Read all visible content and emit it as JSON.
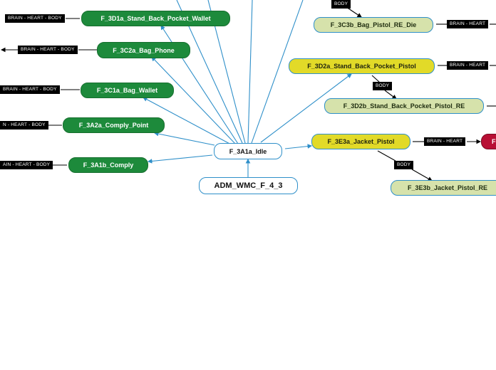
{
  "map": {
    "root": "ADM_WMC_F_4_3",
    "center": "F_3A1a_Idle",
    "nodes": {
      "d1a": "F_3D1a_Stand_Back_Pocket_Wallet",
      "c2a": "F_3C2a_Bag_Phone",
      "c1a": "F_3C1a_Bag_Wallet",
      "a2a": "F_3A2a_Comply_Point",
      "a1b": "F_3A1b_Comply",
      "c3b": "F_3C3b_Bag_Pistol_RE_Die",
      "d2a": "F_3D2a_Stand_Back_Pocket_Pistol",
      "d2b": "F_3D2b_Stand_Back_Pocket_Pistol_RE",
      "e3a": "F_3E3a_Jacket_Pistol",
      "e3b": "F_3E3b_Jacket_Pistol_RE",
      "red_partial": "F"
    },
    "tags": {
      "t1": "BRAIN - HEART - BODY",
      "t2": "BRAIN - HEART - BODY",
      "t3": "BRAIN - HEART - BODY",
      "t4": "N - HEART - BODY",
      "t5": "AIN - HEART - BODY",
      "t6": "BODY",
      "t7": "BRAIN - HEART",
      "t8": "BRAIN - HEART",
      "t9": "BODY",
      "t10": "BRAIN - HEART",
      "t11": "BODY"
    },
    "colors": {
      "edge": "#2e8fc9",
      "green": "#1d8a3b",
      "pale": "#d6e2ab",
      "yellow": "#e2da28",
      "red": "#b80f34",
      "tag": "#000000"
    }
  }
}
